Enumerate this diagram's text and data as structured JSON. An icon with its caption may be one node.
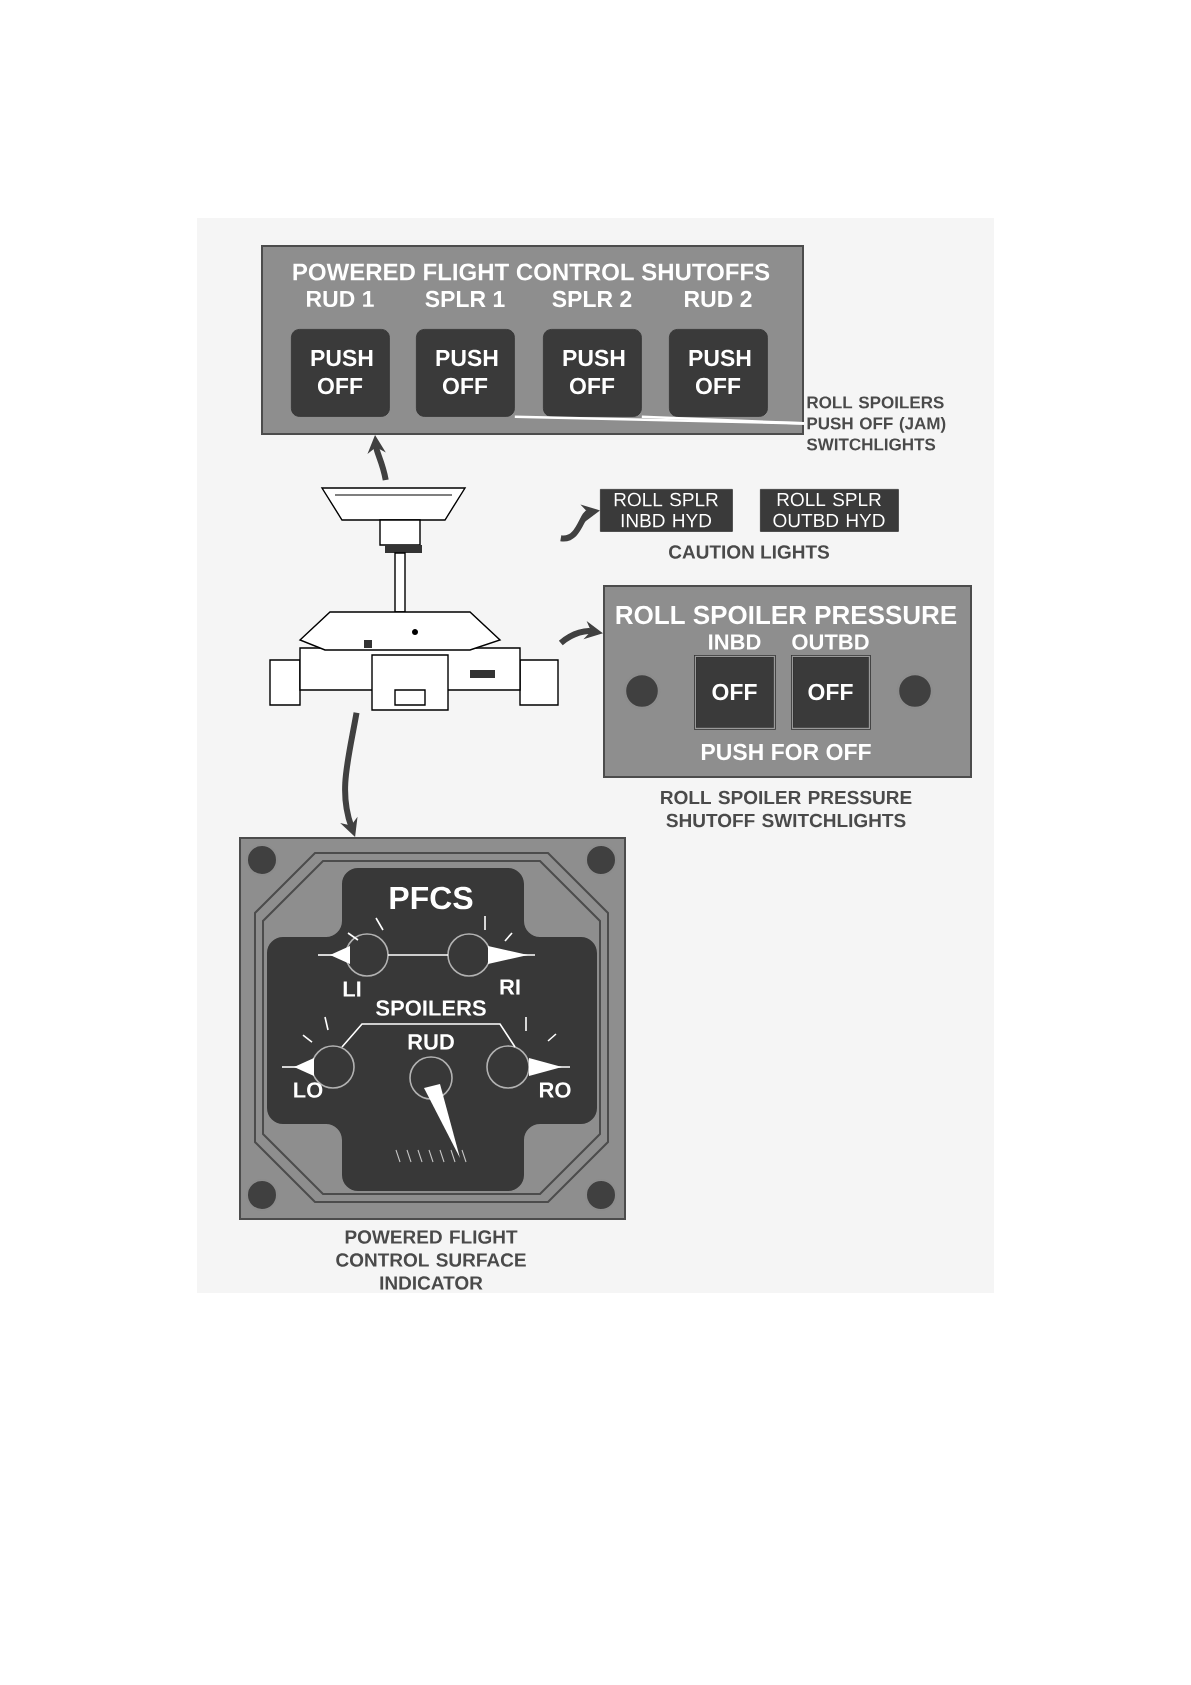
{
  "diagram": {
    "nodes": [
      {
        "text": [
          "POWERED FLIGHT CONTROL SHUTOFFS"
        ]
      },
      {
        "text": [
          "RUD 1",
          "PUSH OFF"
        ],
        "in": 0
      },
      {
        "text": [
          "SPLR 1",
          "PUSH OFF"
        ],
        "in": 0
      },
      {
        "text": [
          "SPLR 2",
          "PUSH OFF"
        ],
        "in": 0
      },
      {
        "text": [
          "RUD 2",
          "PUSH OFF"
        ],
        "in": 0
      },
      {
        "text": [
          "ROLL SPOILERS PUSH OFF (JAM) SWITCHLIGHTS"
        ]
      },
      {
        "text": [],
        "shape": "picture"
      },
      {
        "text": [
          "ROLL SPLR INBD HYD"
        ]
      },
      {
        "text": [
          "ROLL SPLR OUTBD HYD"
        ]
      },
      {
        "text": [
          "ROLL SPOILER PRESSURE",
          "PUSH FOR OFF"
        ],
        "beside": [
          "ROLL SPOILER PRESSURE SHUTOFF SWITCHLIGHTS"
        ]
      },
      {
        "text": [
          "INBD",
          "OFF"
        ],
        "in": 9
      },
      {
        "text": [
          "OUTBD",
          "OFF"
        ],
        "in": 9
      },
      {
        "text": [
          "PFCS",
          "LI",
          "RI",
          "SPOILERS",
          "RUD",
          "LO",
          "RO"
        ],
        "beside": [
          "POWERED FLIGHT CONTROL SURFACE INDICATOR"
        ]
      }
    ],
    "edges": [
      {
        "from": 6,
        "to": 0,
        "arrow": "to"
      },
      {
        "from": 6,
        "to": 7,
        "arrow": "to"
      },
      {
        "from": 6,
        "to": 9,
        "arrow": "to"
      },
      {
        "from": 6,
        "to": 12,
        "arrow": "to"
      },
      {
        "from": 5,
        "to": 2,
        "arrow": "none",
        "color": "#ffffff"
      },
      {
        "from": 5,
        "to": 3,
        "arrow": "none",
        "color": "#ffffff"
      }
    ],
    "labels": [
      "CAUTION LIGHTS"
    ]
  }
}
